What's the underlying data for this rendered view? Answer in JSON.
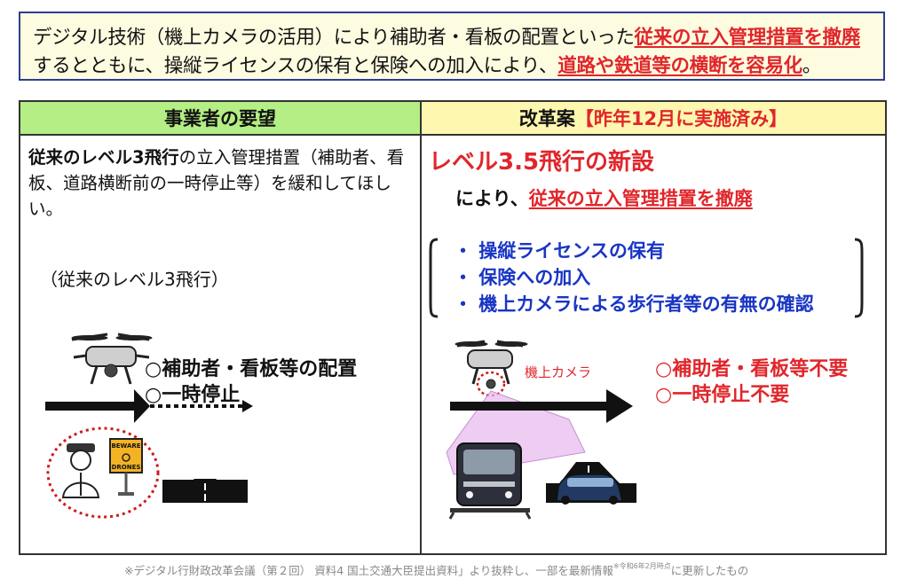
{
  "intro": {
    "part1": "デジタル技術（機上カメラの活用）により補助者・看板の配置といった",
    "hl1": "従来の立入管理措置を撤廃",
    "part2": "するとともに、操縦ライセンスの保有と保険への加入により、",
    "hl2": "道路や鉄道等の横断を容易化",
    "part3": "。"
  },
  "left": {
    "header": "事業者の要望",
    "req_bold": "従来のレベル3飛行",
    "req_rest": "の立入管理措置（補助者、看板、道路横断前の一時停止等）を緩和してほしい。",
    "legacy_label": "（従来のレベル3飛行）",
    "items": [
      "○補助者・看板等の配置",
      "○一時停止"
    ],
    "sign_text": [
      "BEWARE",
      "DRONES"
    ]
  },
  "right": {
    "header_main": "改革案",
    "header_note": "【昨年12月に実施済み】",
    "new_level": "レベル3.5飛行の新設",
    "abolish_prefix": "により、",
    "abolish_hl": "従来の立入管理措置を撤廃",
    "conditions": [
      "・ 操縦ライセンスの保有",
      "・ 保険への加入",
      "・ 機上カメラによる歩行者等の有無の確認"
    ],
    "camera_label": "機上カメラ",
    "items": [
      "○補助者・看板等不要",
      "○一時停止不要"
    ]
  },
  "footer": {
    "text": "※デジタル行財政改革会議（第２回） 資料4 国土交通大臣提出資料」より抜粋し、一部を最新情報",
    "sup": "※令和6年2月時点",
    "tail": "に更新したもの"
  },
  "colors": {
    "accent_red": "#e0262b",
    "blue_text": "#1835c4",
    "frame_blue": "#2c3f8f",
    "green_header": "#b4ee84",
    "yellow_header": "#fef7b0"
  }
}
